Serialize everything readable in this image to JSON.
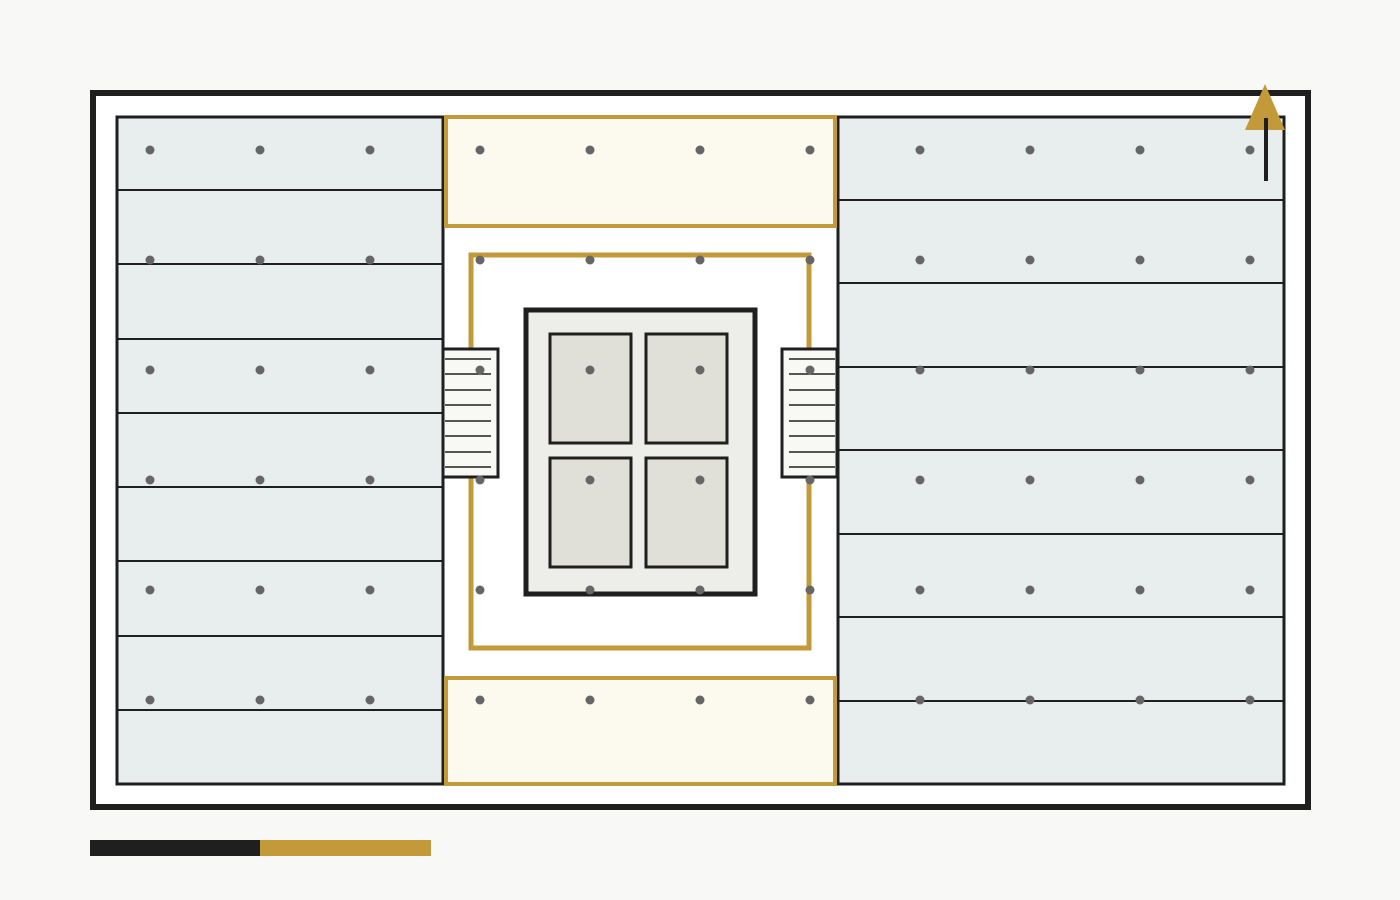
{
  "colors": {
    "background": "#f8f8f6",
    "wall": "#1f1f1f",
    "wall_fill": "#ffffff",
    "office_fill": "#e8eeee",
    "accent": "#c29a3a",
    "zone_fill": "#fcf9ee",
    "core_fill": "#edede9",
    "core_room_fill": "#e0e0d8",
    "stair_fill": "#f8f8f4",
    "column": "#666666",
    "partition": "#1f1f1f"
  },
  "icons": {
    "north_arrow": "north-arrow-icon"
  },
  "plan": {
    "west_wing_rooms": 9,
    "east_wing_rooms": 8,
    "core_rooms": 4,
    "stair_treads": 8,
    "column_grid": {
      "columns": 11,
      "rows": 6
    }
  },
  "scale_bar": {
    "segments": 2
  }
}
